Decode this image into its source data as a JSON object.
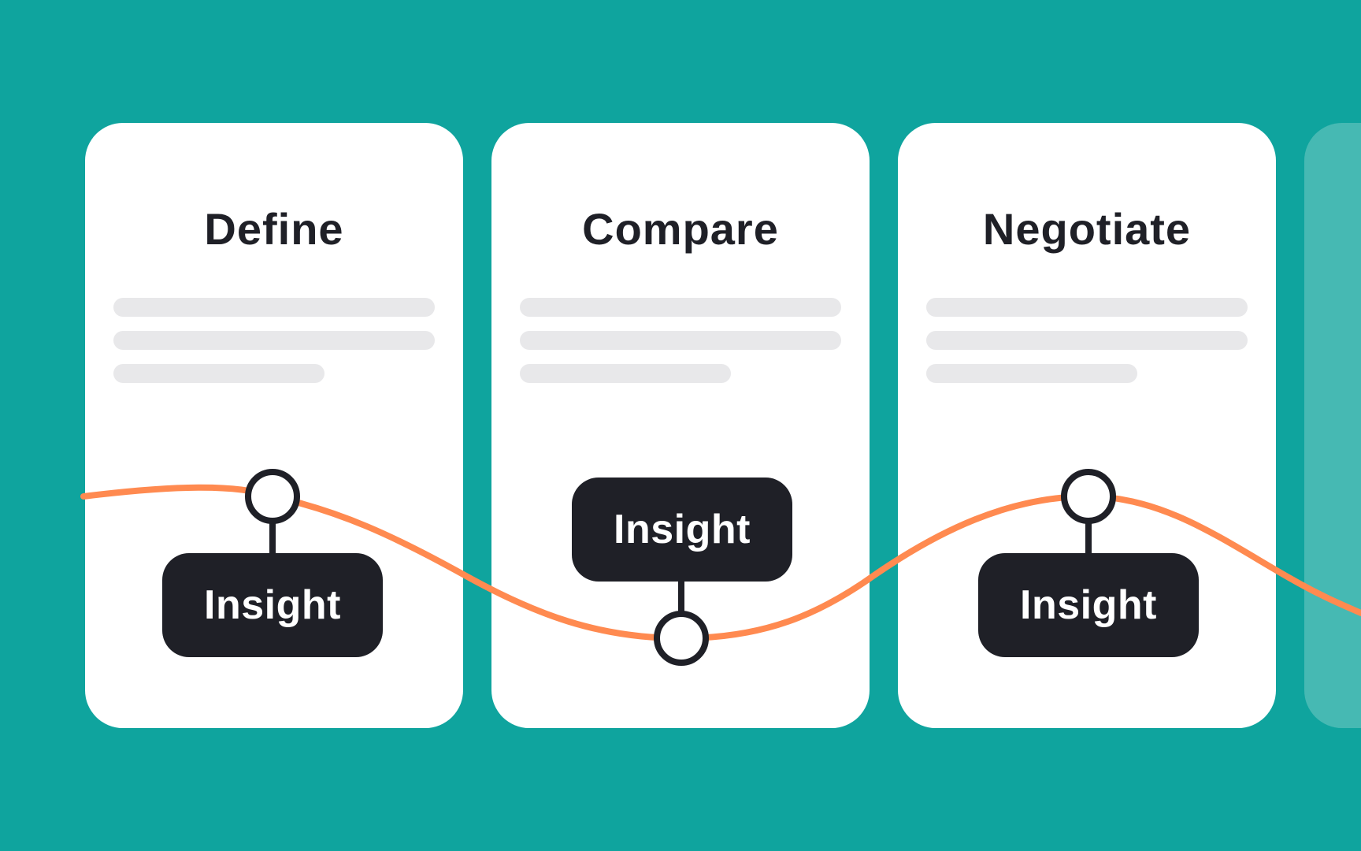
{
  "colors": {
    "background": "#0fa49e",
    "card": "#ffffff",
    "curve": "#ff8a50",
    "marker": "#1f2027",
    "placeholder_line": "#e8e8ea",
    "ghost_card": "#46b9b3"
  },
  "stages": [
    {
      "title": "Define",
      "insight_label": "Insight"
    },
    {
      "title": "Compare",
      "insight_label": "Insight"
    },
    {
      "title": "Negotiate",
      "insight_label": "Insight"
    }
  ]
}
